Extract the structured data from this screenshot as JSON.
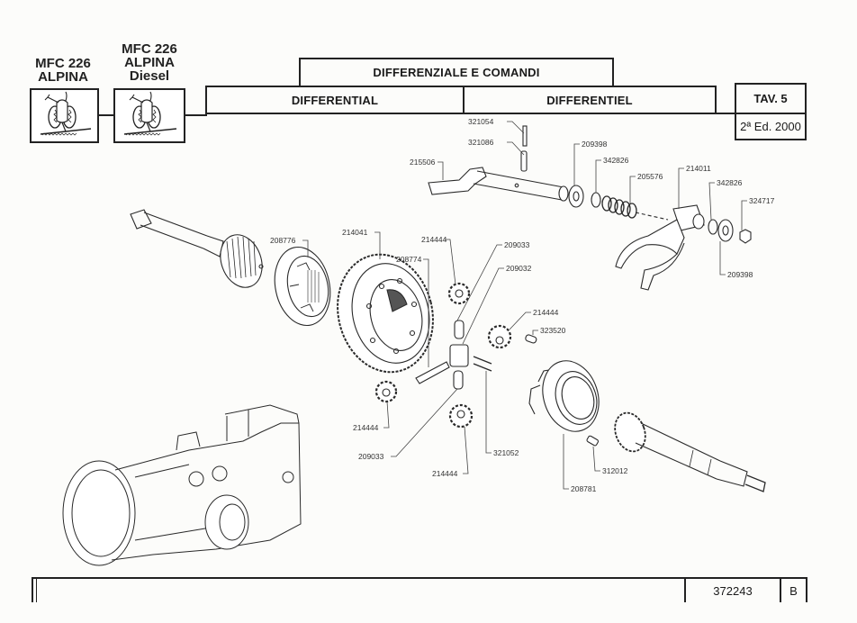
{
  "header": {
    "models": [
      {
        "lines": [
          "MFC 226",
          "ALPINA"
        ],
        "icon": "tractor-icon"
      },
      {
        "lines": [
          "MFC 226",
          "ALPINA",
          "Diesel"
        ],
        "icon": "tractor-icon"
      }
    ],
    "title_it": "DIFFERENZIALE E COMANDI",
    "title_en": "DIFFERENTIAL",
    "title_fr": "DIFFERENTIEL",
    "table": "TAV. 5",
    "edition": "2ª Ed. 2000"
  },
  "parts": [
    {
      "id": "p1",
      "number": "321054"
    },
    {
      "id": "p2",
      "number": "321086"
    },
    {
      "id": "p3",
      "number": "215506"
    },
    {
      "id": "p4",
      "number": "209398"
    },
    {
      "id": "p5",
      "number": "342826"
    },
    {
      "id": "p6",
      "number": "205576"
    },
    {
      "id": "p7",
      "number": "214011"
    },
    {
      "id": "p8",
      "number": "342826"
    },
    {
      "id": "p9",
      "number": "324717"
    },
    {
      "id": "p10",
      "number": "209398"
    },
    {
      "id": "p11",
      "number": "208776"
    },
    {
      "id": "p12",
      "number": "214041"
    },
    {
      "id": "p13",
      "number": "214444"
    },
    {
      "id": "p14",
      "number": "209033"
    },
    {
      "id": "p15",
      "number": "208774"
    },
    {
      "id": "p16",
      "number": "209032"
    },
    {
      "id": "p17",
      "number": "214444"
    },
    {
      "id": "p18",
      "number": "323520"
    },
    {
      "id": "p19",
      "number": "214444"
    },
    {
      "id": "p20",
      "number": "209033"
    },
    {
      "id": "p21",
      "number": "214444"
    },
    {
      "id": "p22",
      "number": "321052"
    },
    {
      "id": "p23",
      "number": "312012"
    },
    {
      "id": "p24",
      "number": "208781"
    }
  ],
  "footer": {
    "code": "372243",
    "revision": "B"
  }
}
